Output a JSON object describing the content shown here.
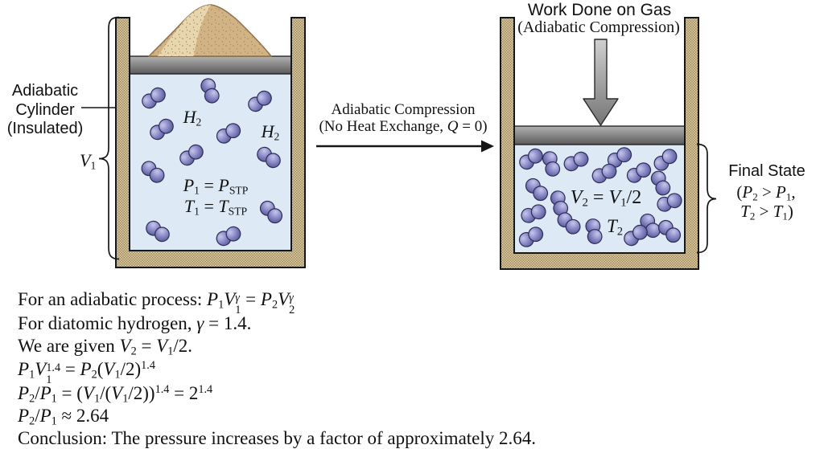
{
  "colors": {
    "wall": "#e3d1a7",
    "wall_dot": "#97835a",
    "gas": "#dde9f4",
    "piston_light": "#b2b2b2",
    "piston_dark": "#5a5a5a",
    "sand": "#d2b385",
    "sand_light": "#e7d6ae",
    "sand_outline": "#8d714a",
    "sand_dot": "#a3885c",
    "molecule_light": "#c6c6ea",
    "molecule_mid": "#8585c4",
    "molecule_dark": "#55558f",
    "molecule_stroke": "#2e2e5c",
    "arrow_light": "#d0d0d0",
    "arrow_dark": "#757575",
    "line": "#161616",
    "text": "#111111"
  },
  "left_cylinder": {
    "caption_lines": [
      "Adiabatic",
      "Cylinder",
      "(Insulated)"
    ],
    "volume_label": [
      {
        "t": "V",
        "s": "i"
      },
      {
        "t": "1",
        "s": "sub"
      }
    ],
    "gas_name_1": [
      {
        "t": "H",
        "s": "i"
      },
      {
        "t": "2",
        "s": "sub"
      }
    ],
    "gas_name_2": [
      {
        "t": "H",
        "s": "i"
      },
      {
        "t": "2",
        "s": "sub"
      }
    ],
    "state_line_1": [
      {
        "t": "P",
        "s": "i"
      },
      {
        "t": "1",
        "s": "sub"
      },
      {
        "t": " = "
      },
      {
        "t": "P",
        "s": "i"
      },
      {
        "t": "STP",
        "s": "sub"
      }
    ],
    "state_line_2": [
      {
        "t": "T",
        "s": "i"
      },
      {
        "t": "1",
        "s": "sub"
      },
      {
        "t": " = "
      },
      {
        "t": "T",
        "s": "i"
      },
      {
        "t": "STP",
        "s": "sub"
      }
    ],
    "molecules": [
      [
        191,
        122,
        -35
      ],
      [
        261,
        113,
        70
      ],
      [
        323,
        126,
        -35
      ],
      [
        201,
        161,
        -35
      ],
      [
        284,
        166,
        -30
      ],
      [
        238,
        193,
        -35
      ],
      [
        334,
        196,
        35
      ],
      [
        190,
        214,
        40
      ],
      [
        337,
        264,
        45
      ],
      [
        196,
        288,
        35
      ],
      [
        284,
        294,
        -25
      ]
    ]
  },
  "transition": {
    "title": "Adiabatic Compression",
    "subtitle": [
      {
        "t": "(No Heat Exchange, "
      },
      {
        "t": "Q",
        "s": "i"
      },
      {
        "t": " = 0)"
      }
    ]
  },
  "right_cylinder": {
    "title": "Work Done on Gas",
    "subtitle": "(Adiabatic Compression)",
    "volume_equation": [
      {
        "t": "V",
        "s": "i"
      },
      {
        "t": "2",
        "s": "sub"
      },
      {
        "t": " = "
      },
      {
        "t": "V",
        "s": "i"
      },
      {
        "t": "1",
        "s": "sub"
      },
      {
        "t": "/2"
      }
    ],
    "temperature_label": [
      {
        "t": "T",
        "s": "i"
      },
      {
        "t": "2",
        "s": "sub"
      }
    ],
    "molecules": [
      [
        660,
        198,
        -35
      ],
      [
        685,
        204,
        75
      ],
      [
        716,
        201,
        -25
      ],
      [
        770,
        196,
        -30
      ],
      [
        827,
        199,
        -40
      ],
      [
        751,
        216,
        -25
      ],
      [
        794,
        215,
        -30
      ],
      [
        821,
        228,
        65
      ],
      [
        667,
        236,
        45
      ],
      [
        695,
        253,
        75
      ],
      [
        832,
        252,
        -20
      ],
      [
        663,
        266,
        -20
      ],
      [
        707,
        278,
        40
      ],
      [
        738,
        288,
        80
      ],
      [
        808,
        281,
        60
      ],
      [
        790,
        293,
        -35
      ],
      [
        832,
        288,
        45
      ],
      [
        660,
        295,
        -30
      ]
    ]
  },
  "final_state": {
    "title": "Final State",
    "line_2": [
      {
        "t": "("
      },
      {
        "t": "P",
        "s": "i"
      },
      {
        "t": "2",
        "s": "sub"
      },
      {
        "t": " > "
      },
      {
        "t": "P",
        "s": "i"
      },
      {
        "t": "1",
        "s": "sub"
      },
      {
        "t": ","
      }
    ],
    "line_3": [
      {
        "t": "T",
        "s": "i"
      },
      {
        "t": "2",
        "s": "sub"
      },
      {
        "t": " > "
      },
      {
        "t": "T",
        "s": "i"
      },
      {
        "t": "1",
        "s": "sub"
      },
      {
        "t": ")"
      }
    ]
  },
  "derivation": {
    "lines": [
      [
        {
          "t": "For an adiabatic process: "
        },
        {
          "t": "P",
          "s": "i"
        },
        {
          "t": "1",
          "s": "sub"
        },
        {
          "t": "V",
          "s": "i"
        },
        {
          "up": "γ",
          "down": "1",
          "upi": true
        },
        {
          "t": " = "
        },
        {
          "t": "P",
          "s": "i"
        },
        {
          "t": "2",
          "s": "sub"
        },
        {
          "t": "V",
          "s": "i"
        },
        {
          "up": "γ",
          "down": "2",
          "upi": true
        }
      ],
      [
        {
          "t": "For diatomic hydrogen, "
        },
        {
          "t": "γ",
          "s": "i"
        },
        {
          "t": " = 1.4."
        }
      ],
      [
        {
          "t": "We are given "
        },
        {
          "t": "V",
          "s": "i"
        },
        {
          "t": "2",
          "s": "sub"
        },
        {
          "t": " = "
        },
        {
          "t": "V",
          "s": "i"
        },
        {
          "t": "1",
          "s": "sub"
        },
        {
          "t": "/2."
        }
      ],
      [
        {
          "t": "P",
          "s": "i"
        },
        {
          "t": "1",
          "s": "sub"
        },
        {
          "t": "V",
          "s": "i"
        },
        {
          "up": "1.4",
          "down": "1"
        },
        {
          "t": " = "
        },
        {
          "t": "P",
          "s": "i"
        },
        {
          "t": "2",
          "s": "sub"
        },
        {
          "t": "("
        },
        {
          "t": "V",
          "s": "i"
        },
        {
          "t": "1",
          "s": "sub"
        },
        {
          "t": "/2)"
        },
        {
          "t": "1.4",
          "s": "sup"
        }
      ],
      [
        {
          "t": "P",
          "s": "i"
        },
        {
          "t": "2",
          "s": "sub"
        },
        {
          "t": "/"
        },
        {
          "t": "P",
          "s": "i"
        },
        {
          "t": "1",
          "s": "sub"
        },
        {
          "t": " = ("
        },
        {
          "t": "V",
          "s": "i"
        },
        {
          "t": "1",
          "s": "sub"
        },
        {
          "t": "/("
        },
        {
          "t": "V",
          "s": "i"
        },
        {
          "t": "1",
          "s": "sub"
        },
        {
          "t": "/2))"
        },
        {
          "t": "1.4",
          "s": "sup"
        },
        {
          "t": " = 2"
        },
        {
          "t": "1.4",
          "s": "sup"
        }
      ],
      [
        {
          "t": "P",
          "s": "i"
        },
        {
          "t": "2",
          "s": "sub"
        },
        {
          "t": "/"
        },
        {
          "t": "P",
          "s": "i"
        },
        {
          "t": "1",
          "s": "sub"
        },
        {
          "t": " ≈ 2.64"
        }
      ],
      [
        {
          "t": "Conclusion: The pressure increases by a factor of approximately 2.64."
        }
      ]
    ]
  }
}
